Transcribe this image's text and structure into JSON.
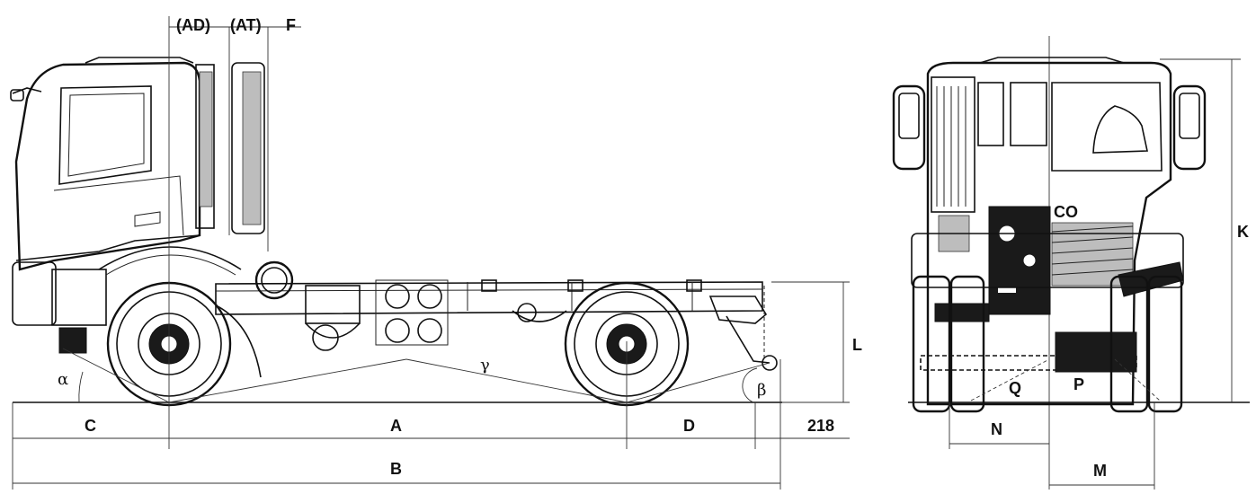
{
  "labels": {
    "ad": "(AD)",
    "at": "(AT)",
    "f": "F",
    "alpha": "α",
    "beta": "β",
    "gamma": "γ",
    "c": "C",
    "a": "A",
    "d": "D",
    "b": "B",
    "dim_218": "218",
    "l": "L",
    "k": "K",
    "q": "Q",
    "p": "P",
    "n": "N",
    "m": "M",
    "logo": "CO"
  }
}
